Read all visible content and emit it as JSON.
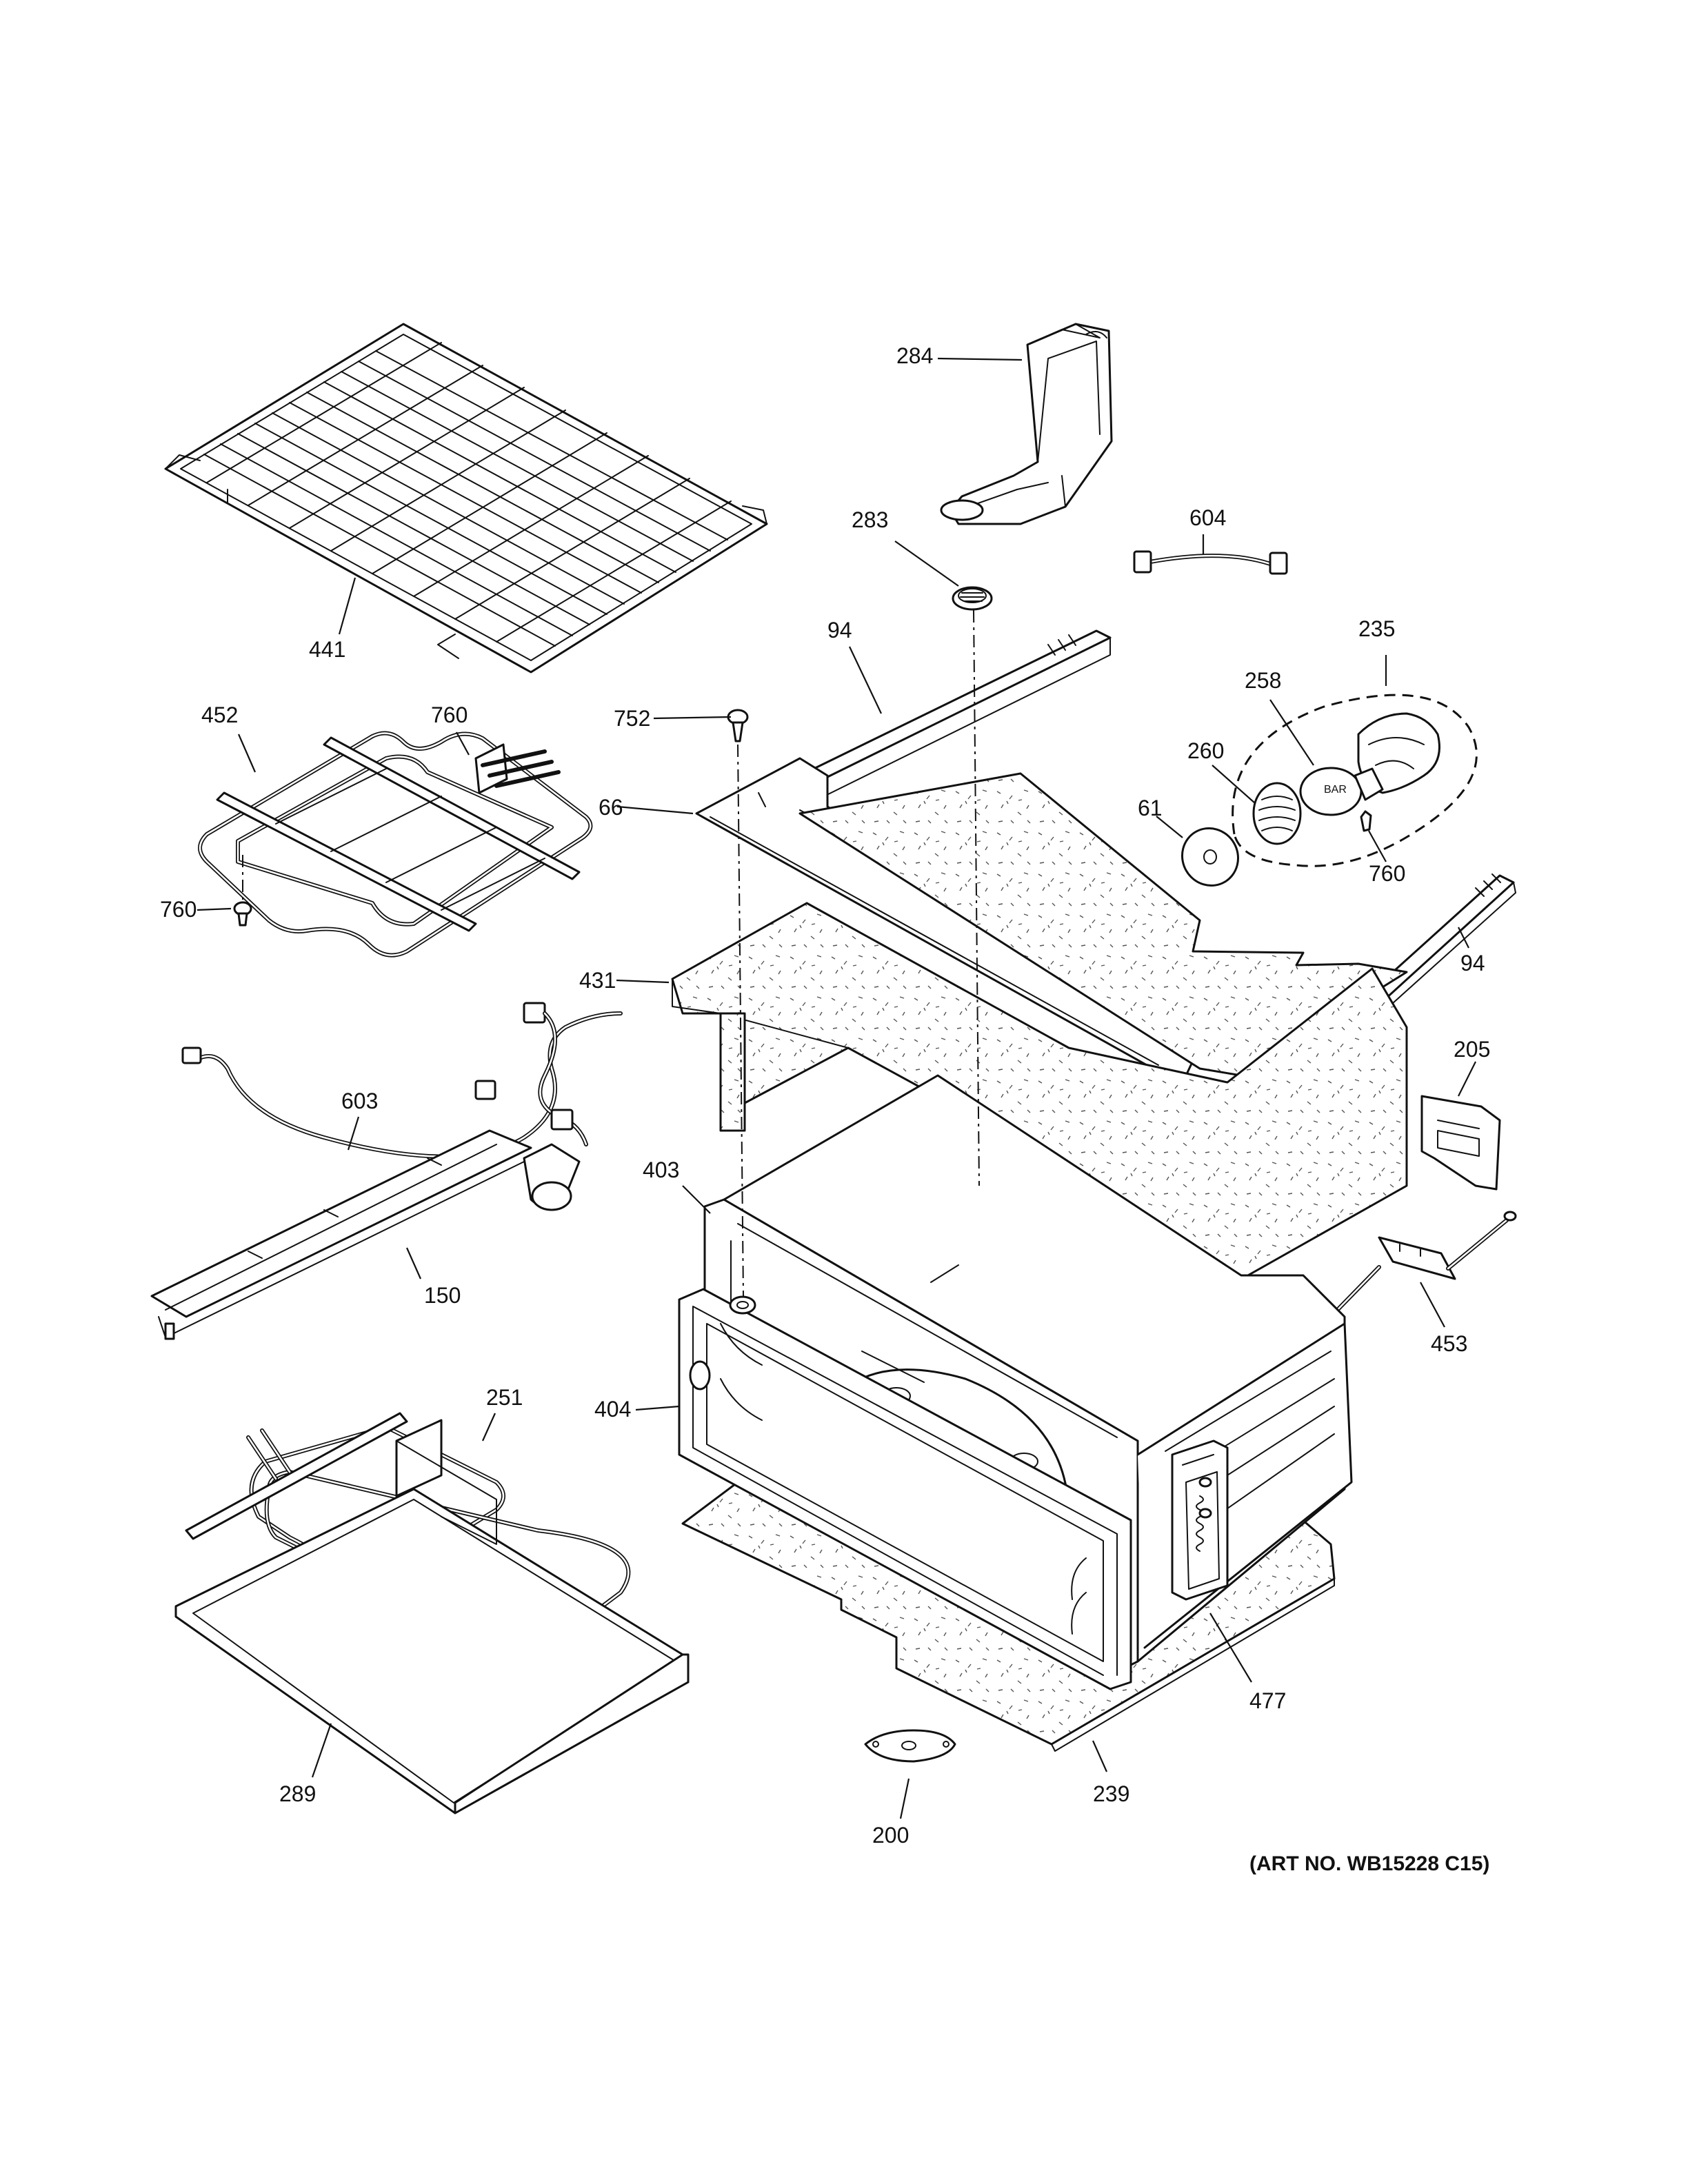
{
  "diagram": {
    "art_number": "(ART NO. WB15228 C15)",
    "callouts": {
      "c441": "441",
      "c284": "284",
      "c283": "283",
      "c604": "604",
      "c94a": "94",
      "c94b": "94",
      "c235": "235",
      "c258": "258",
      "c260": "260",
      "c61": "61",
      "c760a": "760",
      "c760b": "760",
      "c760c": "760",
      "c452": "452",
      "c752": "752",
      "c66": "66",
      "c431": "431",
      "c603": "603",
      "c205": "205",
      "c403": "403",
      "c150": "150",
      "c453": "453",
      "c404": "404",
      "c251": "251",
      "c477": "477",
      "c289": "289",
      "c239": "239",
      "c200": "200"
    }
  }
}
